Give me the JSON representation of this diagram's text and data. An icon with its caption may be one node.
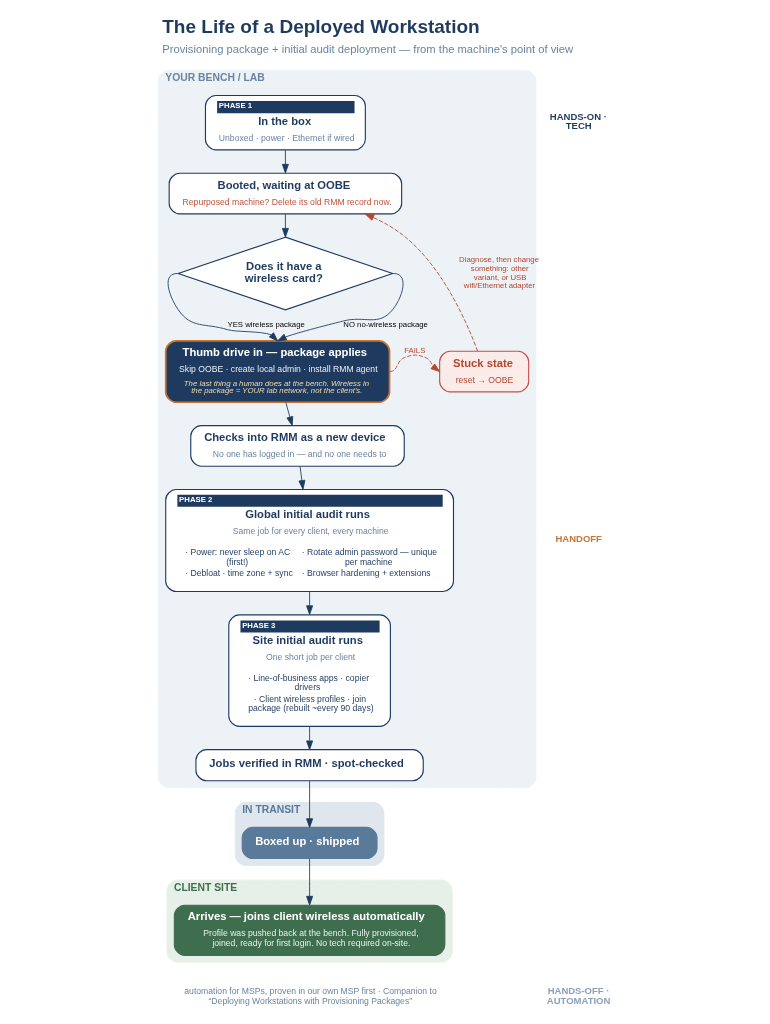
{
  "diagram": {
    "title": "The Life of a Deployed Workstation",
    "caption": "Provisioning package + initial audit deployment — from the machine's point of view",
    "nodes": [
      {
        "text": [
          "YOUR BENCH / LAB"
        ]
      },
      {
        "text": [
          "PHASE 1",
          "In the box",
          "Unboxed · power · Ethernet if wired"
        ],
        "in": 0
      },
      {
        "text": [
          "Booted, waiting at OOBE",
          "Repurposed machine? Delete its old RMM record now."
        ],
        "in": 0
      },
      {
        "text": [
          "Does it have a wireless card?"
        ],
        "in": 0
      },
      {
        "text": [
          "Thumb drive in — package applies",
          "Skip OOBE · create local admin · install RMM agent",
          "The last thing a human does at the bench. Wireless in the package = YOUR lab network, not the client's."
        ],
        "in": 0
      },
      {
        "text": [
          "Stuck state",
          "reset → OOBE"
        ],
        "in": 0
      },
      {
        "text": [
          "Checks into RMM as a new device",
          "No one has logged in — and no one needs to"
        ],
        "in": 0
      },
      {
        "text": [
          "PHASE 2",
          "Global initial audit runs",
          "Same job for every client, every machine",
          "· Power: never sleep on AC (first!)",
          "· Debloat · time zone + sync",
          "· Rotate admin password — unique per machine",
          "· Browser hardening + extensions"
        ],
        "in": 0
      },
      {
        "text": [
          "PHASE 3",
          "Site initial audit runs",
          "One short job per client",
          "· Line-of-business apps · copier drivers",
          "· Client wireless profiles · join package (rebuilt ~every 90 days)"
        ],
        "in": 0
      },
      {
        "text": [
          "Jobs verified in RMM · spot-checked"
        ],
        "in": 0
      },
      {
        "text": [
          "IN TRANSIT"
        ]
      },
      {
        "text": [
          "Boxed up · shipped"
        ],
        "in": 10
      },
      {
        "text": [
          "CLIENT SITE"
        ]
      },
      {
        "text": [
          "Arrives — joins client wireless automatically",
          "Profile was pushed back at the bench. Fully provisioned, joined, ready for first login. No tech required on-site."
        ],
        "in": 12
      }
    ],
    "edges": [
      {
        "from": 1,
        "to": 2,
        "arrow": "to"
      },
      {
        "from": 2,
        "to": 3,
        "arrow": "to"
      },
      {
        "from": 3,
        "to": 4,
        "arrow": "to",
        "label": "YES wireless package"
      },
      {
        "from": 3,
        "to": 4,
        "arrow": "to",
        "label": "NO no-wireless package"
      },
      {
        "from": 4,
        "to": 5,
        "arrow": "to",
        "label": "FAILS",
        "style": "dashed",
        "color": "#b5462f"
      },
      {
        "from": 5,
        "to": 2,
        "arrow": "to",
        "label": "Diagnose, then change something: other variant, or USB wifi/Ethernet adapter",
        "style": "dashed",
        "color": "#b5462f"
      },
      {
        "from": 4,
        "to": 6,
        "arrow": "to"
      },
      {
        "from": 6,
        "to": 7,
        "arrow": "to"
      },
      {
        "from": 7,
        "to": 8,
        "arrow": "to"
      },
      {
        "from": 8,
        "to": 9,
        "arrow": "to"
      },
      {
        "from": 9,
        "to": 11,
        "arrow": "to"
      },
      {
        "from": 11,
        "to": 13,
        "arrow": "to"
      }
    ],
    "labels": [
      "HANDS-ON · TECH",
      "HANDOFF",
      "HANDS-OFF · AUTOMATION",
      "automation for MSPs, proven in our own MSP first · Companion to “Deploying Workstations with Provisioning Packages”"
    ]
  }
}
